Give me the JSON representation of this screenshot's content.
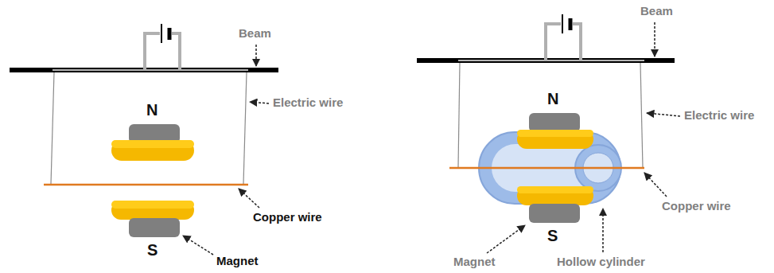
{
  "diagram": {
    "labels": [
      "Beam",
      "Electric wire",
      "N",
      "Copper wire",
      "S",
      "Magnet",
      "Beam",
      "Electric wire",
      "N",
      "Copper wire",
      "S",
      "Magnet",
      "Hollow cylinder"
    ]
  }
}
